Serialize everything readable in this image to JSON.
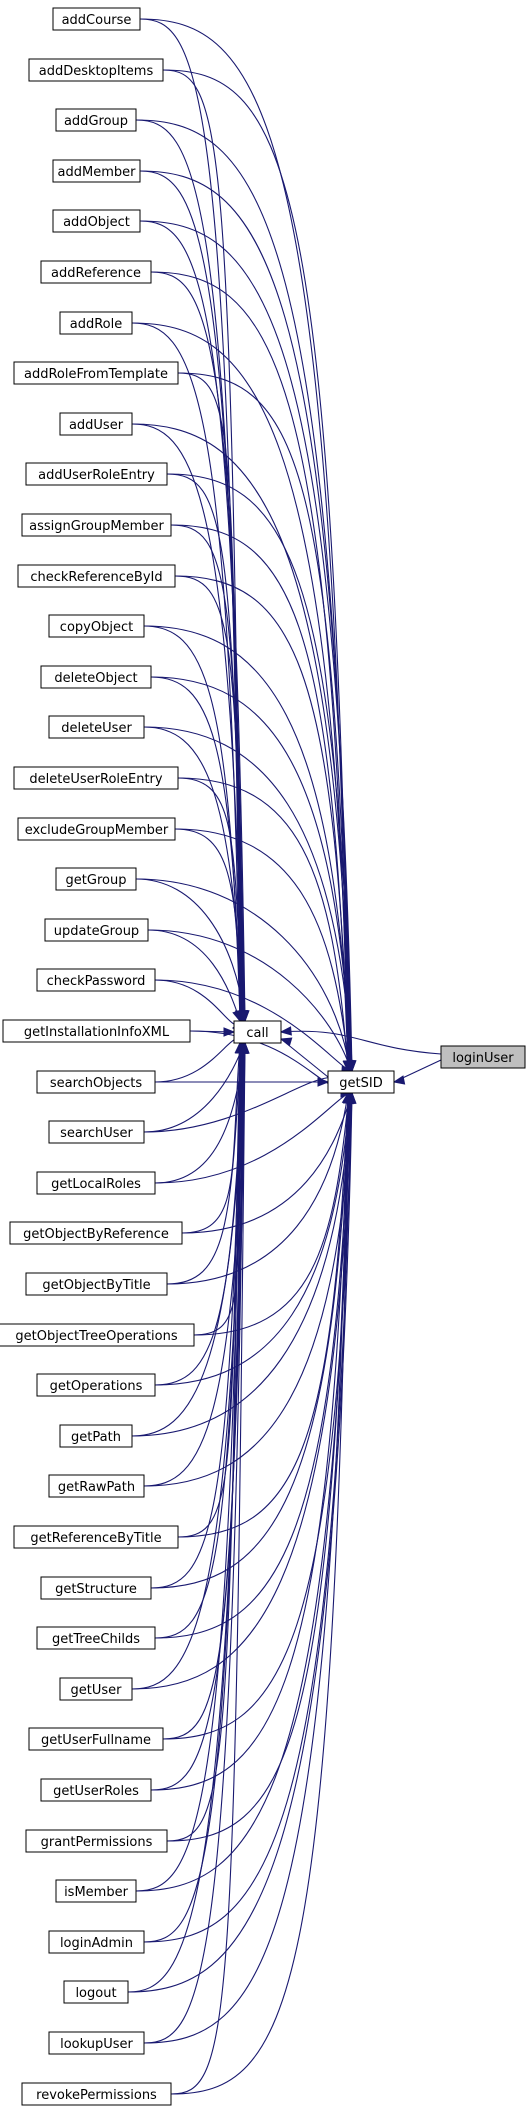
{
  "diagram": {
    "caller_nodes": [
      "addCourse",
      "addDesktopItems",
      "addGroup",
      "addMember",
      "addObject",
      "addReference",
      "addRole",
      "addRoleFromTemplate",
      "addUser",
      "addUserRoleEntry",
      "assignGroupMember",
      "checkReferenceById",
      "copyObject",
      "deleteObject",
      "deleteUser",
      "deleteUserRoleEntry",
      "excludeGroupMember",
      "getGroup",
      "updateGroup",
      "checkPassword",
      "getInstallationInfoXML",
      "searchObjects",
      "searchUser",
      "getLocalRoles",
      "getObjectByReference",
      "getObjectByTitle",
      "getObjectTreeOperations",
      "getOperations",
      "getPath",
      "getRawPath",
      "getReferenceByTitle",
      "getStructure",
      "getTreeChilds",
      "getUser",
      "getUserFullname",
      "getUserRoles",
      "grantPermissions",
      "isMember",
      "loginAdmin",
      "logout",
      "lookupUser",
      "revokePermissions"
    ],
    "call_node": "call",
    "getsid_node": "getSID",
    "root_node": "loginUser",
    "colors": {
      "edge": "#191970",
      "highlight_fill": "#bfbfbf",
      "node_border": "#000000"
    }
  }
}
